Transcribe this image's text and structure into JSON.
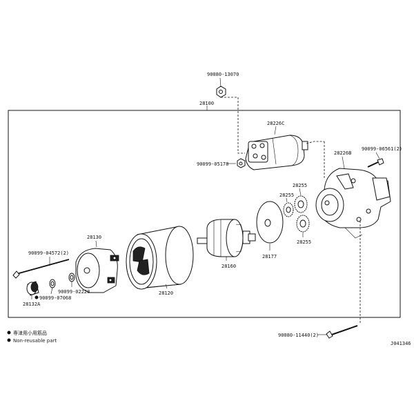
{
  "diagram": {
    "assembly_label": "28100",
    "figure_code": "J041346",
    "parts": {
      "nut_top": "90080-13070",
      "solenoid": "28226C",
      "solenoid_nut": "90099-05178",
      "housing": "28226B",
      "housing_bolt": "90099-06561(2)",
      "gear_a": "28255",
      "gear_b": "28255",
      "gear_c": "28255",
      "end_frame": "28130",
      "through_bolt": "90099-04572(2)",
      "cap": "28132A",
      "washer": "90099-02228",
      "oring": "90099-07068",
      "yoke": "28120",
      "armature": "28160",
      "plate": "28177",
      "mount_bolt": "90080-11440(2)"
    },
    "legend": {
      "item1": "専津用小用筋品",
      "item2": "Non-reusable part"
    }
  }
}
